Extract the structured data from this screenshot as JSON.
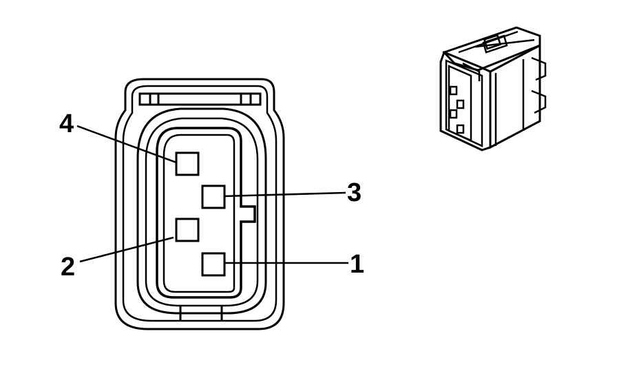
{
  "diagram": {
    "pins": [
      {
        "number": "1",
        "label": "1"
      },
      {
        "number": "2",
        "label": "2"
      },
      {
        "number": "3",
        "label": "3"
      },
      {
        "number": "4",
        "label": "4"
      }
    ],
    "colors": {
      "line": "#000000",
      "background": "#ffffff"
    }
  }
}
